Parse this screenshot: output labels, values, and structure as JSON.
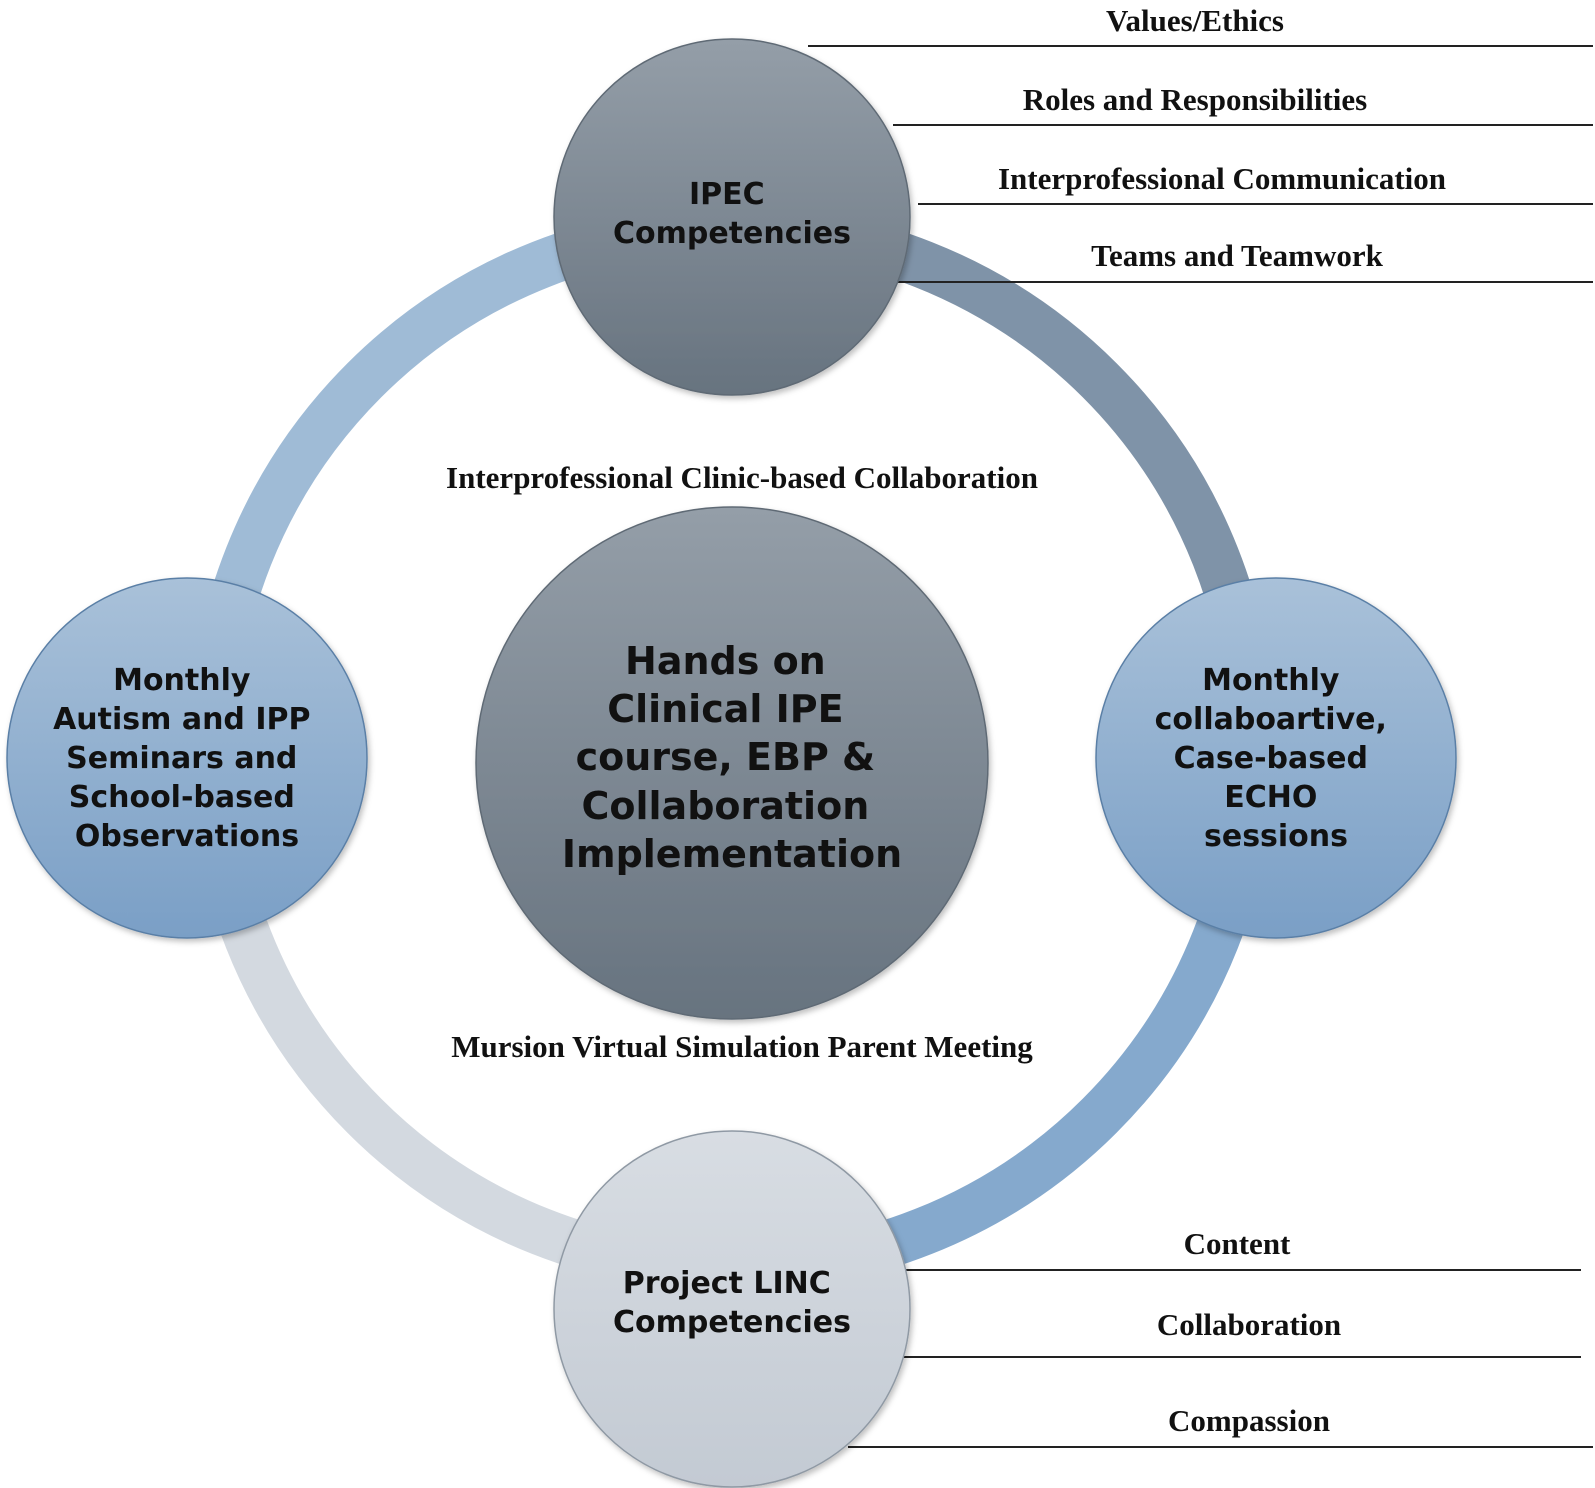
{
  "colors": {
    "ring_top_left": "#9fbbd6",
    "ring_top_right": "#7f93a8",
    "ring_bottom_right": "#85a9cd",
    "ring_bottom_left": "#d3d9e0",
    "dark_node_top": "#949ea8",
    "dark_node_bottom": "#67737f",
    "blue_node_top": "#a9c1d9",
    "blue_node_bottom": "#7a9fc6",
    "light_node_top": "#d8dde3",
    "light_node_bottom": "#c3cad3",
    "rule_line": "#222222"
  },
  "nodes": {
    "top": {
      "lines": [
        "IPEC",
        "Competencies"
      ]
    },
    "center": {
      "lines": [
        "Hands on",
        "Clinical IPE",
        "course, EBP &",
        "Collaboration",
        "Implementation"
      ]
    },
    "left": {
      "lines": [
        "Monthly",
        "Autism and IPP",
        "Seminars and",
        "School-based",
        "Observations"
      ]
    },
    "right": {
      "lines": [
        "Monthly",
        "collaboartive,",
        "Case-based",
        "ECHO",
        "sessions"
      ]
    },
    "bottom": {
      "lines": [
        "Project LINC",
        "Competencies"
      ]
    }
  },
  "labels": {
    "upper_center": "Interprofessional Clinic-based Collaboration",
    "lower_center": "Mursion Virtual Simulation Parent Meeting"
  },
  "ipec_list": [
    "Values/Ethics",
    "Roles and Responsibilities",
    "Interprofessional Communication",
    "Teams and Teamwork"
  ],
  "linc_list": [
    "Content",
    "Collaboration",
    "Compassion"
  ]
}
